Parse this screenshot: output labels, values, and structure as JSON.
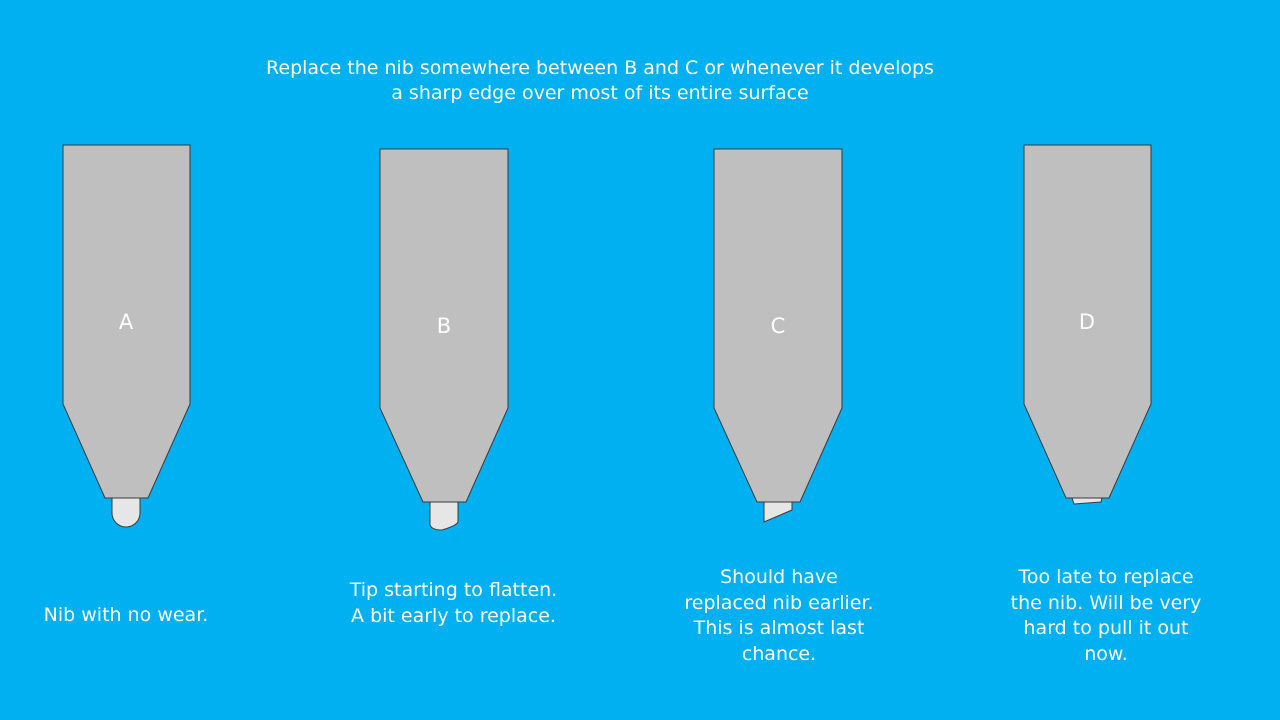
{
  "headline": {
    "line1": "Replace the nib somewhere between B and C or whenever it develops",
    "line2": "a sharp edge over most of its entire surface"
  },
  "nibs": [
    {
      "letter": "A",
      "caption": "Nib with no wear.",
      "wear_state": "rounded tip, no wear"
    },
    {
      "letter": "B",
      "caption": "Tip starting to flatten. A bit early to replace.",
      "wear_state": "tip starting to flatten"
    },
    {
      "letter": "C",
      "caption": "Should have replaced nib earlier. This is almost last chance.",
      "wear_state": "angled sharp tip"
    },
    {
      "letter": "D",
      "caption": "Too late to replace the nib. Will be very hard to pull it out now.",
      "wear_state": "tip almost gone"
    }
  ],
  "colors": {
    "background": "#00b0f0",
    "pen_body": "#bfbfbf",
    "nib_tip": "#e6e6e6",
    "outline": "#3a3a3a",
    "text": "#ffffff"
  }
}
